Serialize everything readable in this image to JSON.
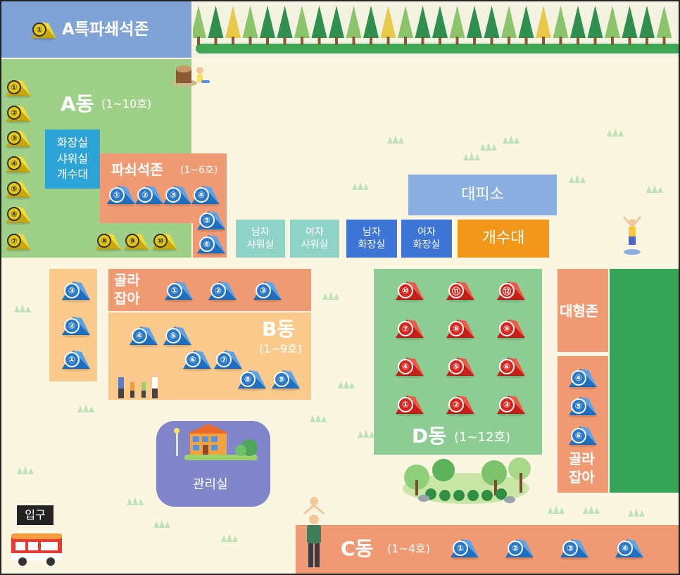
{
  "zones": {
    "a_special": {
      "title": "A특파쇄석존"
    },
    "a": {
      "title": "A동",
      "range": "(1~10호)"
    },
    "pashoe": {
      "title": "파쇠석존",
      "range": "(1~6호)"
    },
    "golla_b": {
      "title_line1": "골라",
      "title_line2": "잡아"
    },
    "b": {
      "title": "B동",
      "range": "(1~9호)"
    },
    "d": {
      "title": "D동",
      "range": "(1~12호)"
    },
    "large": {
      "title": "대형존"
    },
    "golla_r": {
      "title_line1": "골라",
      "title_line2": "잡아"
    },
    "c": {
      "title": "C동",
      "range": "(1~4호)"
    }
  },
  "facilities": {
    "toilet_a": [
      "화장실",
      "샤워실",
      "개수대"
    ],
    "shelter": "대피소",
    "male_shower": [
      "남자",
      "샤워실"
    ],
    "female_shower": [
      "여자",
      "샤워실"
    ],
    "male_toilet": [
      "남자",
      "화장실"
    ],
    "female_toilet": [
      "여자",
      "화장실"
    ],
    "sink": "개수대",
    "office": "관리실",
    "entrance": "입구"
  },
  "tents": {
    "a_special": [
      "①"
    ],
    "a_left": [
      "①",
      "②",
      "③",
      "④",
      "⑤",
      "⑥",
      "⑦"
    ],
    "a_bottom": [
      "⑧",
      "⑨",
      "⑩"
    ],
    "pashoe_row": [
      "①",
      "②",
      "③",
      "④"
    ],
    "pashoe_col": [
      "⑤",
      "⑥"
    ],
    "golla_b_row": [
      "①",
      "②",
      "③"
    ],
    "golla_b_col": [
      "③",
      "②",
      "①"
    ],
    "b": [
      "④",
      "⑤",
      "⑥",
      "⑦",
      "⑧",
      "⑨"
    ],
    "d": [
      "⑩",
      "⑪",
      "⑫",
      "⑦",
      "⑧",
      "⑨",
      "④",
      "⑤",
      "⑥",
      "①",
      "②",
      "③"
    ],
    "golla_r": [
      "④",
      "⑤",
      "⑥"
    ],
    "c": [
      "①",
      "②",
      "③",
      "④"
    ]
  },
  "colors": {
    "ground": "#fbf6e2",
    "a_special": "#7fa3d6",
    "a_zone": "#9fd08a",
    "orange_zone": "#f09a74",
    "light_orange": "#fac98c",
    "d_zone": "#8dcc93",
    "dark_green": "#36a457",
    "teal": "#8fd2c6",
    "blue_fac": "#3d74d6",
    "sky_fac": "#8aaee0",
    "sink": "#f2961a",
    "office": "#8086c9"
  }
}
